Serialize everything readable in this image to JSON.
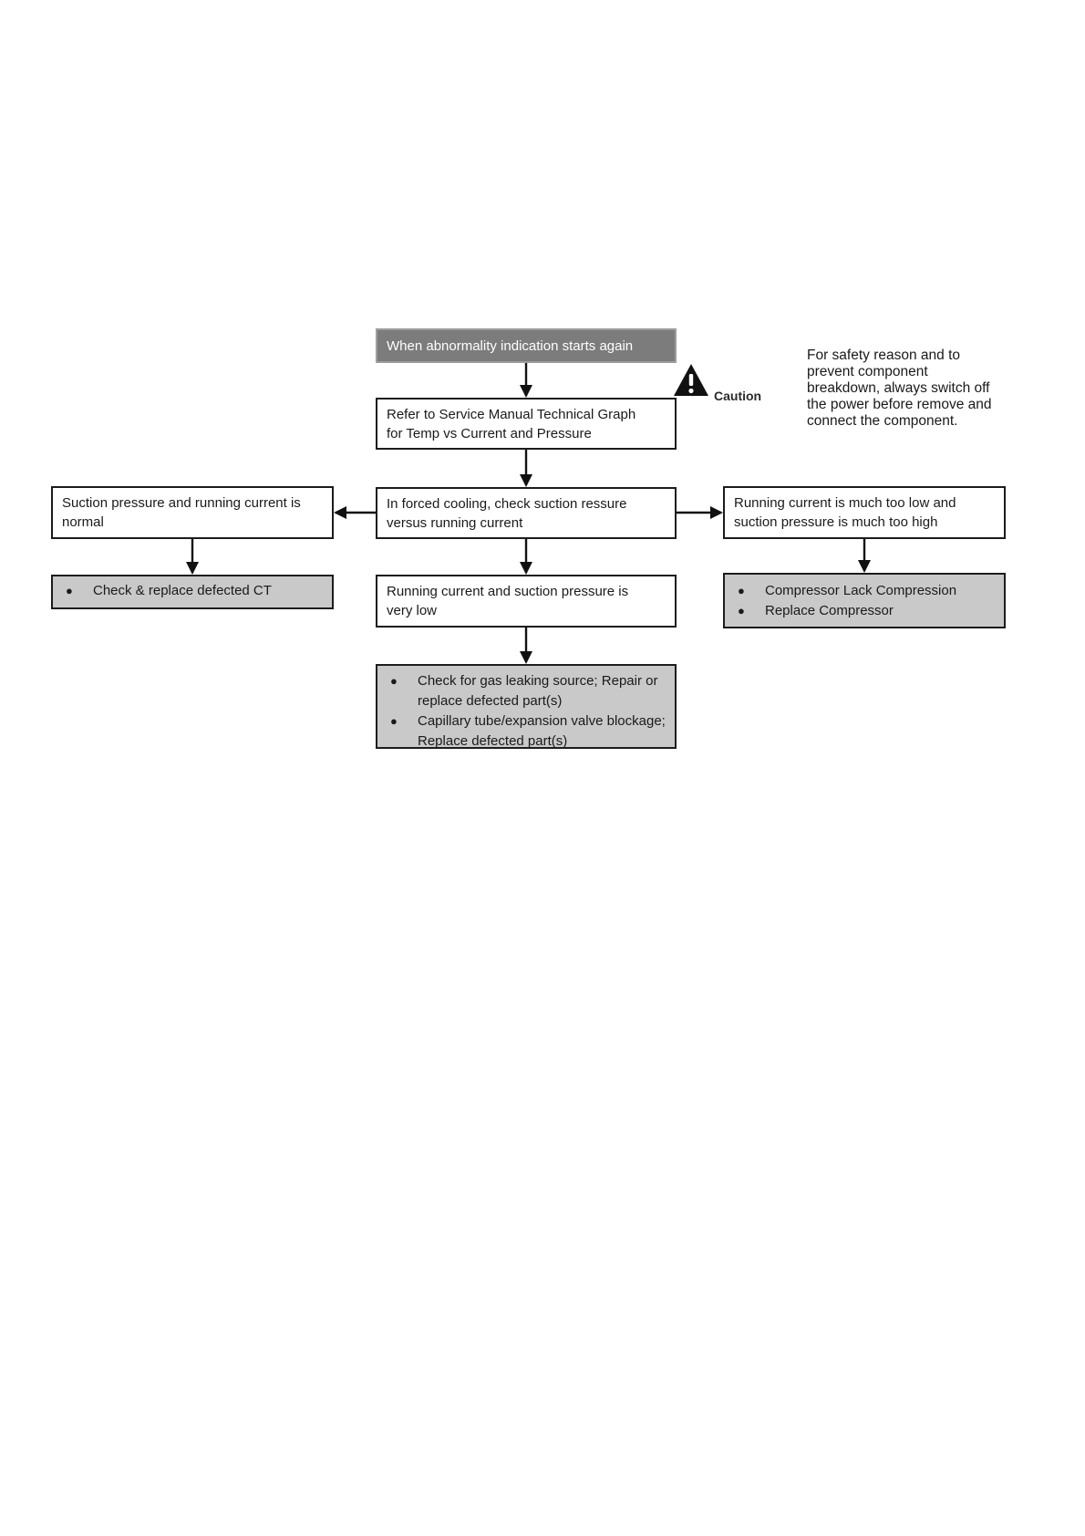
{
  "flowchart": {
    "start": {
      "lines": [
        "When abnormality indication starts again"
      ]
    },
    "refer": {
      "lines": [
        "Refer to Service Manual Technical Graph",
        "for Temp vs Current and Pressure"
      ]
    },
    "check": {
      "lines": [
        "In forced cooling, check suction ressure",
        "versus running current"
      ]
    },
    "left_branch": {
      "condition": {
        "lines": [
          "Suction pressure and running current is",
          "normal"
        ]
      },
      "actions": [
        "Check & replace defected CT"
      ]
    },
    "center_branch": {
      "condition": {
        "lines": [
          "Running current and suction pressure is",
          "very low"
        ]
      },
      "actions": [
        "Check for gas leaking source; Repair or replace defected part(s)",
        "Capillary tube/expansion valve blockage; Replace defected part(s)"
      ]
    },
    "right_branch": {
      "condition": {
        "lines": [
          "Running current is much too low and",
          "suction pressure is much too high"
        ]
      },
      "actions": [
        "Compressor Lack Compression",
        "Replace Compressor"
      ]
    }
  },
  "caution": {
    "label": "Caution",
    "lines": [
      "For safety reason and to",
      "prevent component",
      "breakdown, always switch off",
      "the power before remove and",
      "connect the component."
    ]
  },
  "colors": {
    "start_box_bg": "#7c7c7c",
    "start_box_text": "#ffffff",
    "action_box_bg": "#c9c9c9",
    "box_border": "#1c1c1c",
    "arrow": "#111111"
  }
}
